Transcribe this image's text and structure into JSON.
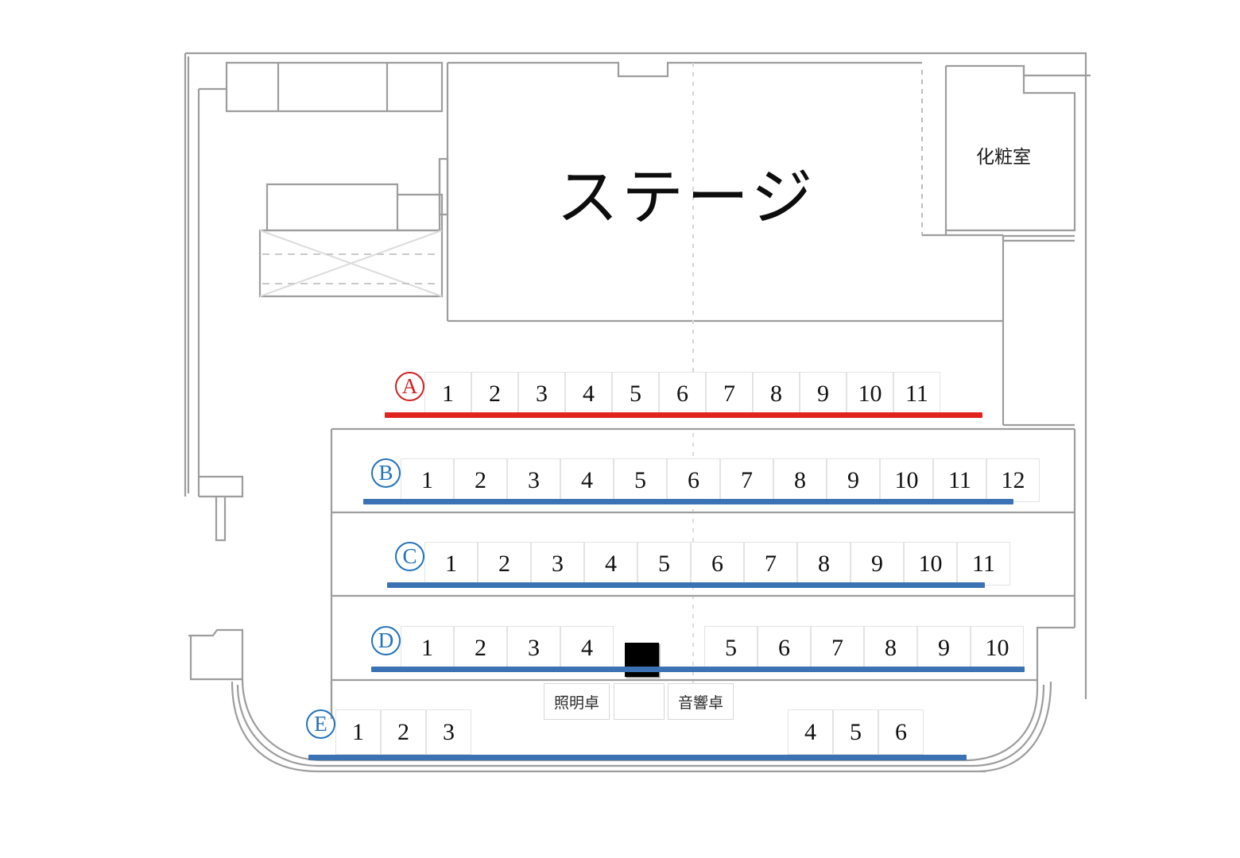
{
  "plan": {
    "title": "ステージ",
    "stage_label": "ステージ",
    "dressing_room_label": "化粧室",
    "colors": {
      "row_a_accent": "#e0231c",
      "row_bcde_accent": "#3b72b3",
      "badge_red": "#cf1f22",
      "badge_blue": "#2272b9",
      "wall": "#9d9d9d",
      "seat_border": "#e3e3e3",
      "mixer_block": "#000000"
    }
  },
  "rows": [
    {
      "id": "A",
      "label": "A",
      "accent": "red",
      "seats": [
        "1",
        "2",
        "3",
        "4",
        "5",
        "6",
        "7",
        "8",
        "9",
        "10",
        "11"
      ]
    },
    {
      "id": "B",
      "label": "B",
      "accent": "blue",
      "seats": [
        "1",
        "2",
        "3",
        "4",
        "5",
        "6",
        "7",
        "8",
        "9",
        "10",
        "11",
        "12"
      ]
    },
    {
      "id": "C",
      "label": "C",
      "accent": "blue",
      "seats": [
        "1",
        "2",
        "3",
        "4",
        "5",
        "6",
        "7",
        "8",
        "9",
        "10",
        "11"
      ]
    },
    {
      "id": "D",
      "label": "D",
      "accent": "blue",
      "seats_left": [
        "1",
        "2",
        "3",
        "4"
      ],
      "seats_right": [
        "5",
        "6",
        "7",
        "8",
        "9",
        "10"
      ]
    },
    {
      "id": "E",
      "label": "E",
      "accent": "blue",
      "seats_left": [
        "1",
        "2",
        "3"
      ],
      "seats_right": [
        "4",
        "5",
        "6"
      ]
    }
  ],
  "consoles": [
    {
      "name": "lighting-console",
      "label": "照明卓"
    },
    {
      "name": "middle-console",
      "label": ""
    },
    {
      "name": "sound-console",
      "label": "音響卓"
    }
  ],
  "equipment": {
    "mixer_block_label": ""
  }
}
